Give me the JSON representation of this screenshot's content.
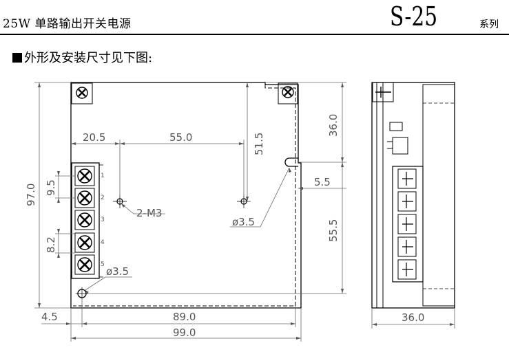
{
  "header": {
    "product_title": "25W 单路输出开关电源",
    "model": "S-25",
    "series_suffix": "系列"
  },
  "section": {
    "title": "外形及安装尺寸见下图:"
  },
  "drawing": {
    "front": {
      "dim_20_5": "20.5",
      "dim_55_0": "55.0",
      "dim_51_5": "51.5",
      "dim_36_0_right": "36.0",
      "dim_97_0": "97.0",
      "dim_9_5": "9.5",
      "dim_8_2": "8.2",
      "dim_5_5": "5.5",
      "dim_55_5": "55.5",
      "hole_label": "2-M3",
      "dia_mid": "ø3.5",
      "dia_low": "ø3.5",
      "dim_4_5": "4.5",
      "dim_89_0": "89.0",
      "dim_99_0": "99.0",
      "terminal_numbers": [
        "1",
        "2",
        "3",
        "4",
        "5"
      ]
    },
    "side": {
      "dim_36_0_bottom": "36.0"
    }
  }
}
